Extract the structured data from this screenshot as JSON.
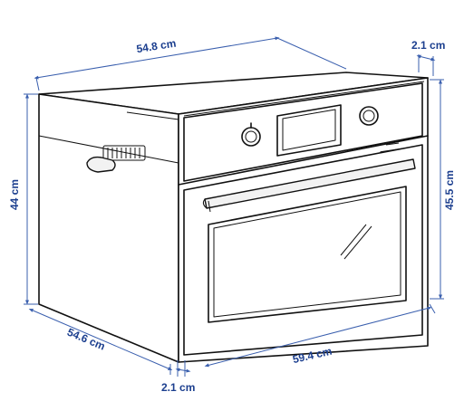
{
  "dimensions": {
    "top_depth": "54.8 cm",
    "front_panel_depth_top": "2.1 cm",
    "side_height": "44 cm",
    "front_height": "45.5 cm",
    "bottom_depth": "54.6 cm",
    "front_width": "59.4 cm",
    "front_panel_depth_bottom": "2.1 cm"
  },
  "colors": {
    "dimension": "#3a5fae",
    "outline": "#111111"
  },
  "icons": [
    "oven-drawing",
    "control-knob-icon",
    "display-window",
    "vent-slots",
    "door-handle"
  ]
}
